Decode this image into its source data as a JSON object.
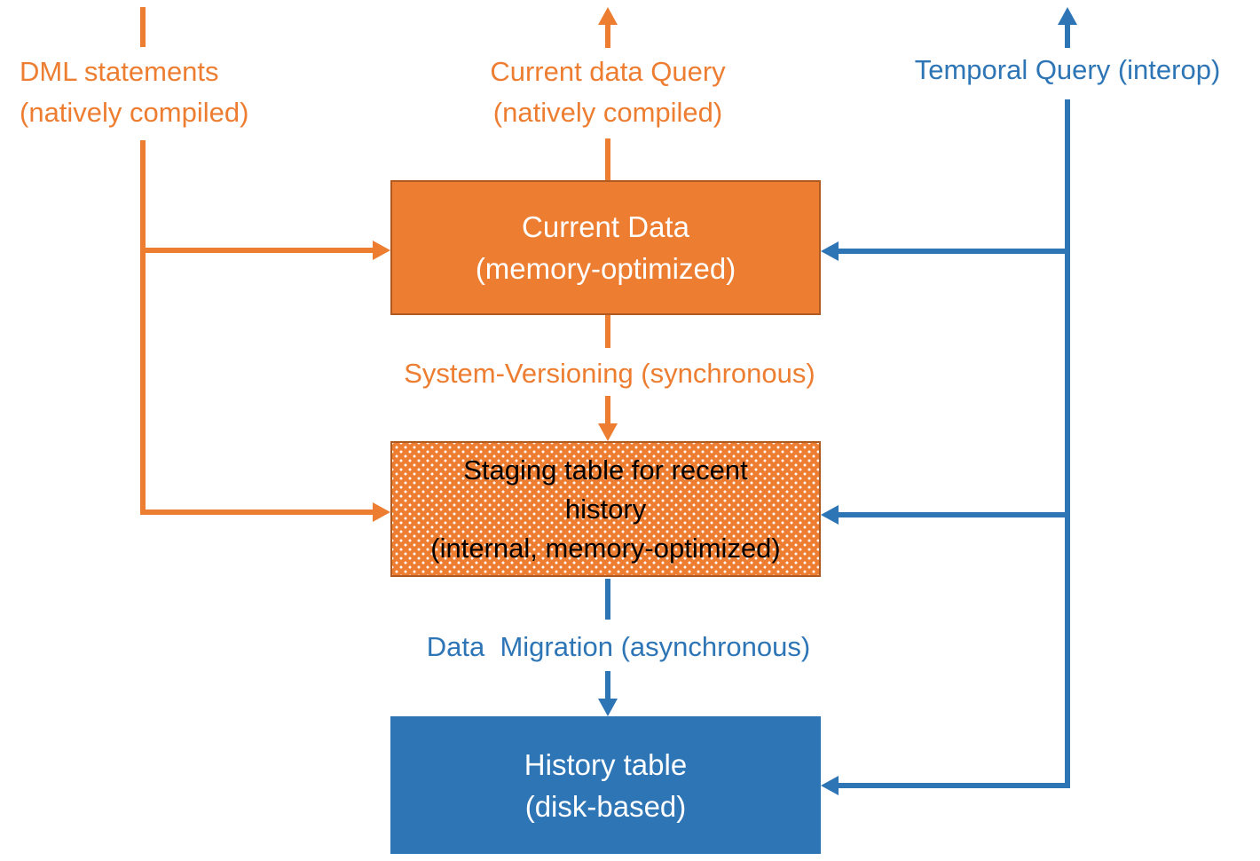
{
  "colors": {
    "orange": "#ED7D31",
    "orange_border": "#AE5A21",
    "blue": "#2E75B6",
    "background": "#FFFFFF",
    "box_text_light": "#FFFFFF",
    "staging_text": "#000000"
  },
  "labels": {
    "dml_statements": "DML statements\n(natively compiled)",
    "current_data_query": "Current data Query\n(natively compiled)",
    "temporal_query": "Temporal Query (interop)",
    "system_versioning": "System-Versioning (synchronous)",
    "data_migration": "Data  Migration (asynchronous)"
  },
  "boxes": {
    "current_data": "Current Data\n(memory-optimized)",
    "staging_table": "Staging table for recent\nhistory\n(internal, memory-optimized)",
    "history_table": "History table\n(disk-based)"
  }
}
